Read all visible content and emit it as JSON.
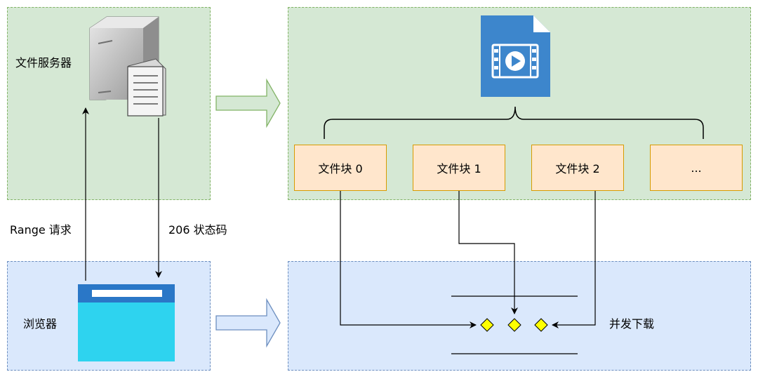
{
  "server": {
    "label": "文件服务器"
  },
  "browser": {
    "label": "浏览器"
  },
  "arrows": {
    "request_label": "Range 请求",
    "response_label": "206 状态码"
  },
  "file_icon": {
    "name": "video-file-icon"
  },
  "chunks": [
    {
      "label": "文件块 0"
    },
    {
      "label": "文件块 1"
    },
    {
      "label": "文件块 2"
    },
    {
      "label": "..."
    }
  ],
  "download": {
    "label": "并发下载"
  },
  "colors": {
    "green_fill": "#d5e8d4",
    "green_border": "#82b366",
    "blue_fill": "#dae8fc",
    "blue_border": "#6c8ebf",
    "chunk_fill": "#ffe6cc",
    "chunk_border": "#d79b00",
    "diamond_fill": "#ffff00"
  }
}
